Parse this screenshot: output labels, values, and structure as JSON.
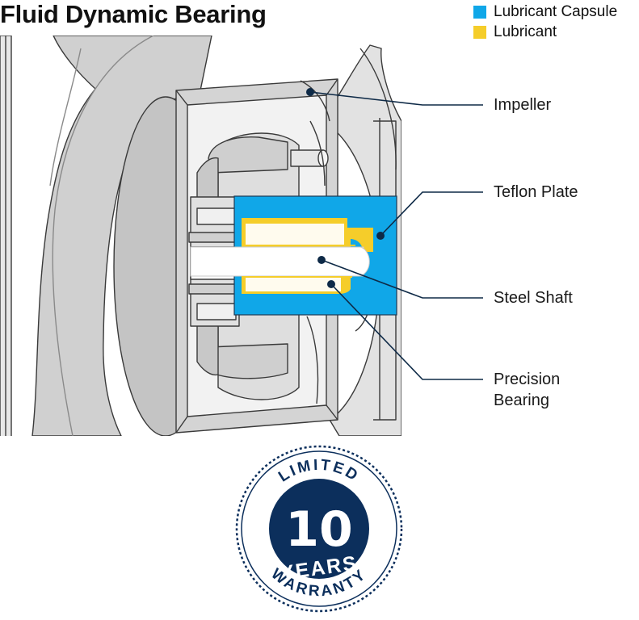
{
  "title": "Fluid Dynamic Bearing",
  "colors": {
    "lubricant_capsule": "#10a7e8",
    "lubricant": "#f5cd2a",
    "housing": "#d6d6d6",
    "housing_dark": "#bdbdbd",
    "line": "#3a3a3a",
    "leader": "#0e2a47",
    "badge_navy": "#0c2f5c"
  },
  "legend": [
    {
      "label": "Lubricant Capsule",
      "color": "#10a7e8"
    },
    {
      "label": "Lubricant",
      "color": "#f5cd2a"
    }
  ],
  "callouts": {
    "impeller": "Impeller",
    "teflon_plate": "Teflon Plate",
    "steel_shaft": "Steel Shaft",
    "precision_bearing_line1": "Precision",
    "precision_bearing_line2": "Bearing"
  },
  "badge": {
    "top_text": "LIMITED",
    "number": "10",
    "unit": "YEARS",
    "bottom_text": "WARRANTY"
  }
}
